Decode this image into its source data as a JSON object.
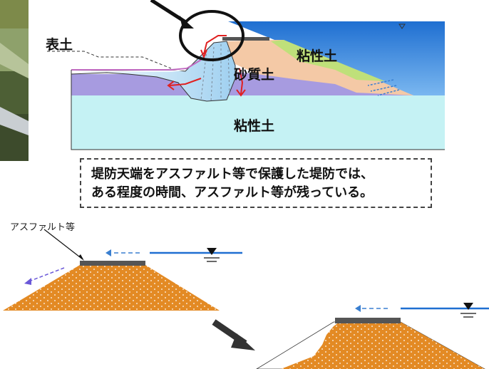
{
  "upper": {
    "label_topsoil": "表土",
    "label_clay_upper": "粘性土",
    "label_sandy": "砂質土",
    "label_clay_lower": "粘性土"
  },
  "callout": {
    "line1": "堤防天端をアスファルト等で保護した堤防では、",
    "line2": "ある程度の時間、アスファルト等が残っている。"
  },
  "lower": {
    "label_asphalt": "アスファルト等"
  },
  "colors": {
    "water_blue": "#1f6fd1",
    "sky_light": "#d8f6f8",
    "clay_green": "#bfe07a",
    "sandy_peach": "#f4c9a6",
    "foundation_lilac": "#a79be0",
    "lower_clay": "#c5f2f4",
    "soil_orange": "#e38a24",
    "asphalt_gray": "#555555",
    "flow_red": "#e02020",
    "flow_blue_dashed": "#3a7fd0",
    "arrow_purple": "#6a58d8"
  }
}
